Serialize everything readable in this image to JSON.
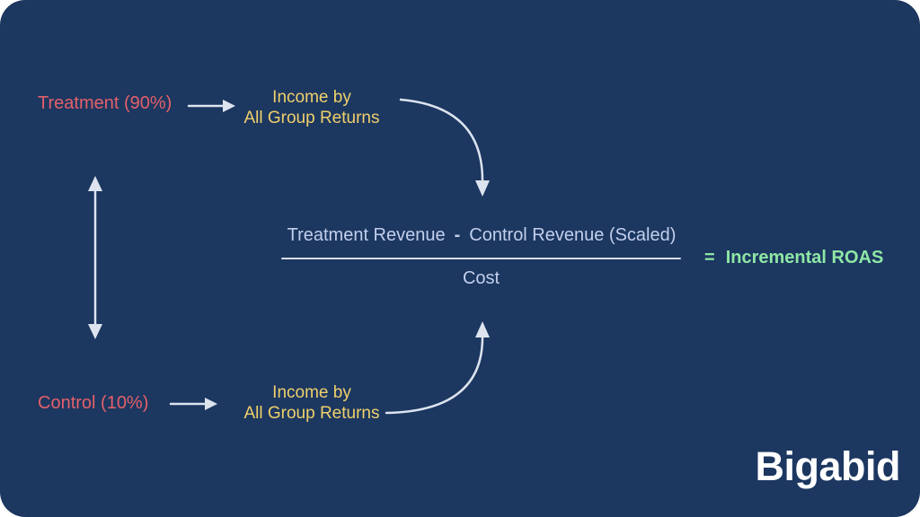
{
  "colors": {
    "page_background": "#ffffff",
    "card_background": "#1c3760",
    "group_label": "#e4606a",
    "income_label": "#efd06b",
    "formula_text": "#c2cfec",
    "arrow": "#dde4ef",
    "roas_text": "#8ee7a5",
    "logo_text": "#ffffff"
  },
  "diagram": {
    "treatment": {
      "label": "Treatment (90%)"
    },
    "control": {
      "label": "Control (10%)"
    },
    "income_top": {
      "line1": "Income by",
      "line2": "All Group Returns"
    },
    "income_bottom": {
      "line1": "Income by",
      "line2": "All Group Returns"
    },
    "formula": {
      "numerator_left": "Treatment Revenue",
      "minus": "-",
      "numerator_right": "Control Revenue (Scaled)",
      "denominator": "Cost",
      "equals": "=",
      "result": "Incremental ROAS"
    },
    "logo": "Bigabid"
  }
}
